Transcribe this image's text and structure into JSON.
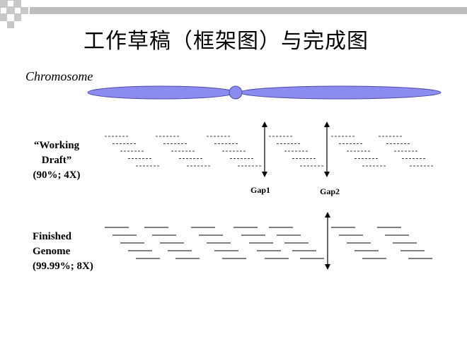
{
  "title": "工作草稿（框架图）与完成图",
  "chromosome": {
    "label": "Chromosome",
    "color": "#8c8cf0"
  },
  "working_draft": {
    "line1": "“Working",
    "line2": "Draft”",
    "line3": "(90%; 4X)"
  },
  "finished_genome": {
    "line1": "Finished",
    "line2": "Genome",
    "line3": "(99.99%; 8X)"
  },
  "gaps": {
    "gap1": "Gap1",
    "gap2": "Gap2"
  },
  "colors": {
    "accent": "#8c8cf0",
    "deco_block": "#c8c8c8",
    "line": "#000000"
  }
}
